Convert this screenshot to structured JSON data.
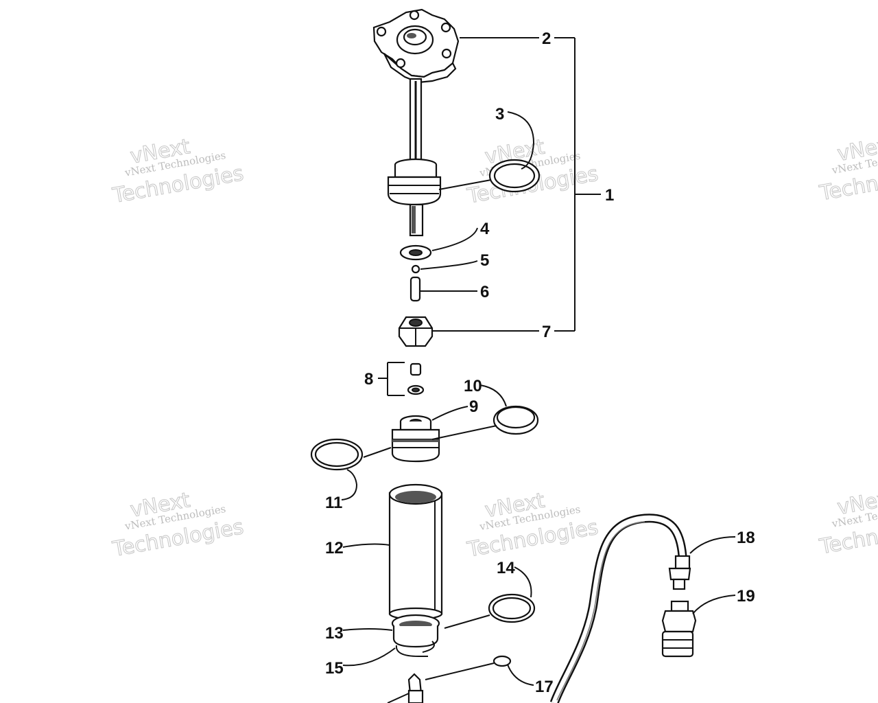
{
  "callouts": {
    "c1": "1",
    "c2": "2",
    "c3": "3",
    "c4": "4",
    "c5": "5",
    "c6": "6",
    "c7": "7",
    "c8": "8",
    "c9": "9",
    "c10": "10",
    "c11": "11",
    "c12": "12",
    "c13": "13",
    "c14": "14",
    "c15": "15",
    "c17": "17",
    "c18": "18",
    "c19": "19"
  },
  "watermark": {
    "line_small": "vNext Technologies",
    "line_large": "Technologies",
    "line_large_top": "vNext"
  },
  "colors": {
    "ink": "#111111",
    "watermark": "#c0c0c0",
    "background": "#ffffff"
  }
}
